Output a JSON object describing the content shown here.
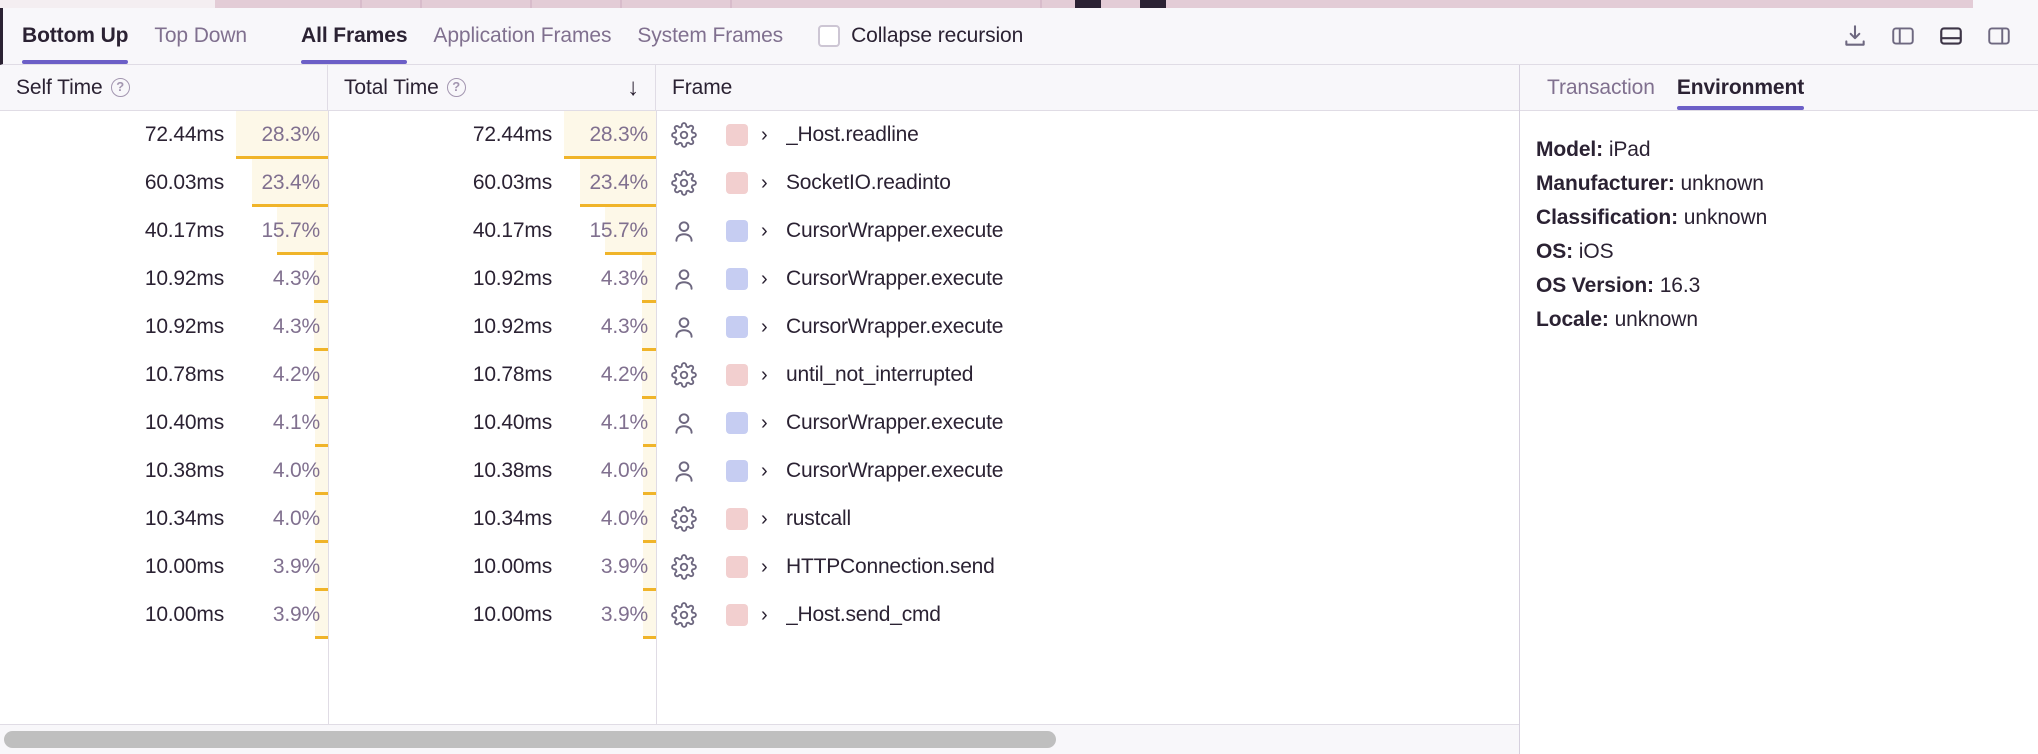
{
  "toolbar": {
    "tabs_view": [
      {
        "label": "Bottom Up",
        "active": true
      },
      {
        "label": "Top Down",
        "active": false
      }
    ],
    "tabs_frames": [
      {
        "label": "All Frames",
        "active": true
      },
      {
        "label": "Application Frames",
        "active": false
      },
      {
        "label": "System Frames",
        "active": false
      }
    ],
    "collapse_recursion": {
      "label": "Collapse recursion",
      "checked": false
    },
    "icons": [
      {
        "name": "download-icon"
      },
      {
        "name": "panel-left-icon"
      },
      {
        "name": "panel-bottom-icon"
      },
      {
        "name": "panel-right-icon"
      }
    ]
  },
  "table": {
    "columns": [
      {
        "label": "Self Time",
        "help": "?",
        "sorted": false
      },
      {
        "label": "Total Time",
        "help": "?",
        "sorted": true,
        "sort_dir": "desc"
      },
      {
        "label": "Frame",
        "help": null,
        "sorted": false
      }
    ],
    "rows": [
      {
        "self_time": "72.44ms",
        "self_pct": "28.3%",
        "total_time": "72.44ms",
        "total_pct": "28.3%",
        "pct_value": 28.3,
        "kind": "system",
        "kind_icon": "gear-icon",
        "color": "#f2cfcf",
        "frame": "_Host.readline"
      },
      {
        "self_time": "60.03ms",
        "self_pct": "23.4%",
        "total_time": "60.03ms",
        "total_pct": "23.4%",
        "pct_value": 23.4,
        "kind": "system",
        "kind_icon": "gear-icon",
        "color": "#f2cfcf",
        "frame": "SocketIO.readinto"
      },
      {
        "self_time": "40.17ms",
        "self_pct": "15.7%",
        "total_time": "40.17ms",
        "total_pct": "15.7%",
        "pct_value": 15.7,
        "kind": "application",
        "kind_icon": "person-icon",
        "color": "#c6cdf2",
        "frame": "CursorWrapper.execute"
      },
      {
        "self_time": "10.92ms",
        "self_pct": "4.3%",
        "total_time": "10.92ms",
        "total_pct": "4.3%",
        "pct_value": 4.3,
        "kind": "application",
        "kind_icon": "person-icon",
        "color": "#c6cdf2",
        "frame": "CursorWrapper.execute"
      },
      {
        "self_time": "10.92ms",
        "self_pct": "4.3%",
        "total_time": "10.92ms",
        "total_pct": "4.3%",
        "pct_value": 4.3,
        "kind": "application",
        "kind_icon": "person-icon",
        "color": "#c6cdf2",
        "frame": "CursorWrapper.execute"
      },
      {
        "self_time": "10.78ms",
        "self_pct": "4.2%",
        "total_time": "10.78ms",
        "total_pct": "4.2%",
        "pct_value": 4.2,
        "kind": "system",
        "kind_icon": "gear-icon",
        "color": "#f2cfcf",
        "frame": "until_not_interrupted"
      },
      {
        "self_time": "10.40ms",
        "self_pct": "4.1%",
        "total_time": "10.40ms",
        "total_pct": "4.1%",
        "pct_value": 4.1,
        "kind": "application",
        "kind_icon": "person-icon",
        "color": "#c6cdf2",
        "frame": "CursorWrapper.execute"
      },
      {
        "self_time": "10.38ms",
        "self_pct": "4.0%",
        "total_time": "10.38ms",
        "total_pct": "4.0%",
        "pct_value": 4.0,
        "kind": "application",
        "kind_icon": "person-icon",
        "color": "#c6cdf2",
        "frame": "CursorWrapper.execute"
      },
      {
        "self_time": "10.34ms",
        "self_pct": "4.0%",
        "total_time": "10.34ms",
        "total_pct": "4.0%",
        "pct_value": 4.0,
        "kind": "system",
        "kind_icon": "gear-icon",
        "color": "#f2cfcf",
        "frame": "rustcall"
      },
      {
        "self_time": "10.00ms",
        "self_pct": "3.9%",
        "total_time": "10.00ms",
        "total_pct": "3.9%",
        "pct_value": 3.9,
        "kind": "system",
        "kind_icon": "gear-icon",
        "color": "#f2cfcf",
        "frame": "HTTPConnection.send"
      },
      {
        "self_time": "10.00ms",
        "self_pct": "3.9%",
        "total_time": "10.00ms",
        "total_pct": "3.9%",
        "pct_value": 3.9,
        "kind": "system",
        "kind_icon": "gear-icon",
        "color": "#f2cfcf",
        "frame": "_Host.send_cmd"
      }
    ],
    "expand_icon": "chevron-right-icon"
  },
  "side_panel": {
    "tabs": [
      {
        "label": "Transaction",
        "active": false
      },
      {
        "label": "Environment",
        "active": true
      }
    ],
    "environment": [
      {
        "key": "Model:",
        "value": "iPad"
      },
      {
        "key": "Manufacturer:",
        "value": "unknown"
      },
      {
        "key": "Classification:",
        "value": "unknown"
      },
      {
        "key": "OS:",
        "value": "iOS"
      },
      {
        "key": "OS Version:",
        "value": "16.3"
      },
      {
        "key": "Locale:",
        "value": "unknown"
      }
    ]
  },
  "colors": {
    "accent": "#6c5fc7",
    "text": "#2b2233",
    "muted": "#80708f",
    "bar_fill": "#fdf8e8",
    "bar_border": "#f0b429",
    "system_frame": "#f2cfcf",
    "application_frame": "#c6cdf2"
  }
}
